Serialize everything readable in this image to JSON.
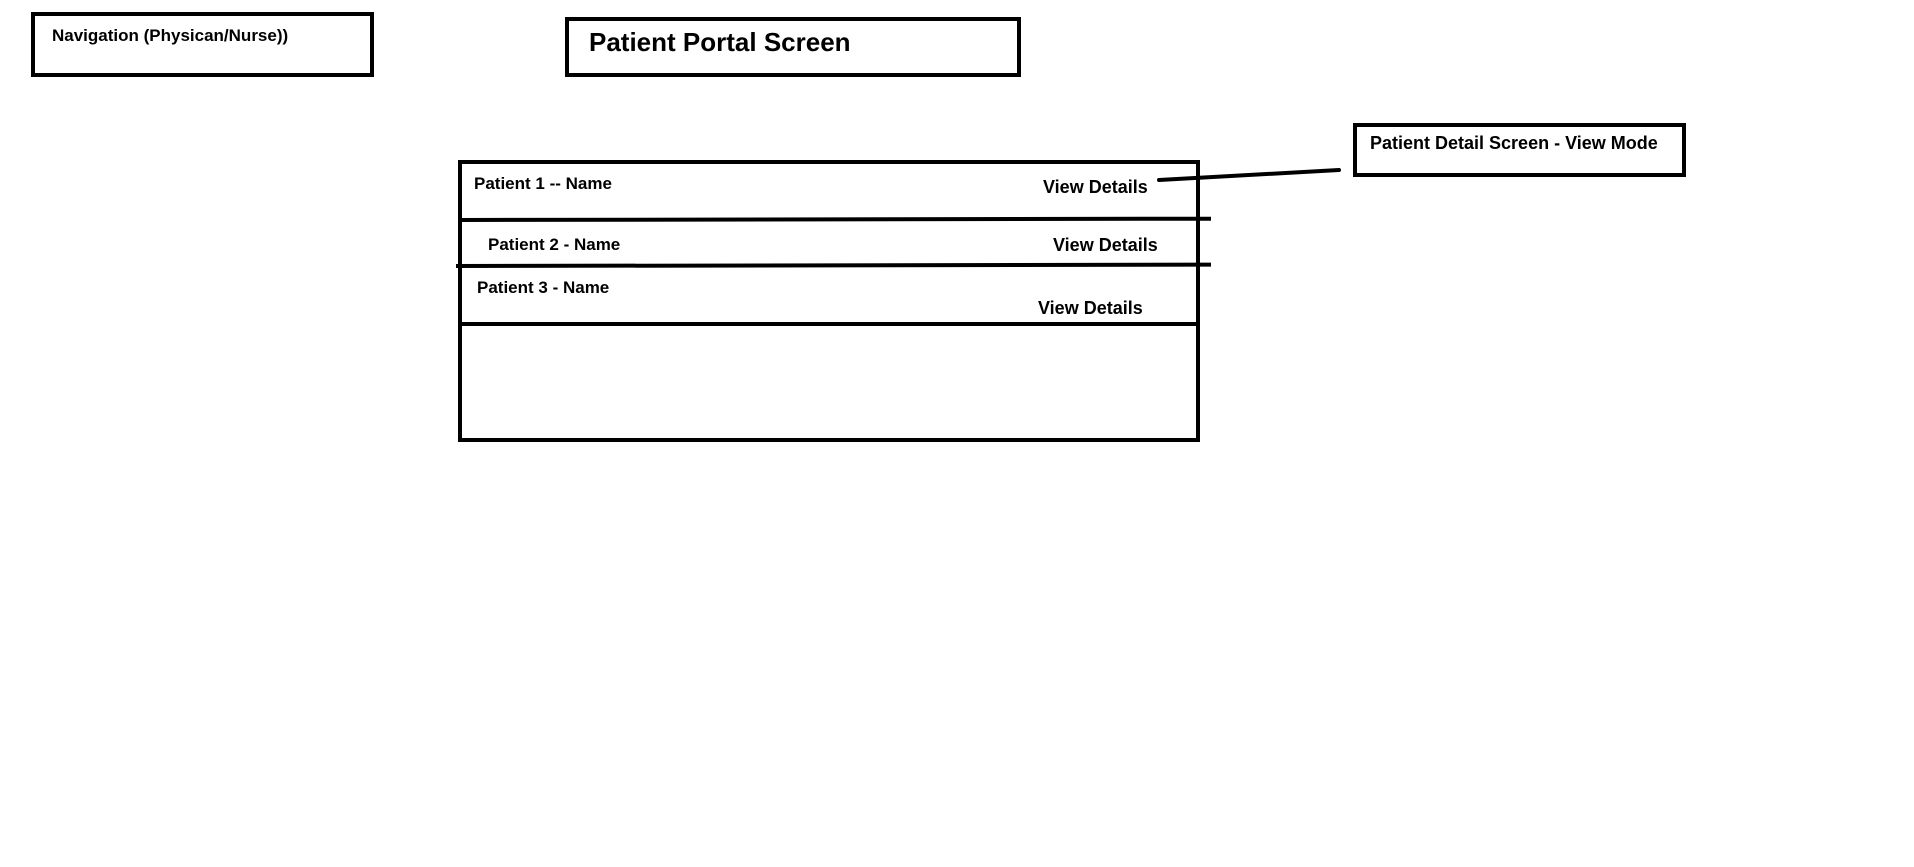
{
  "navigation": {
    "label": "Navigation (Physican/Nurse))"
  },
  "header": {
    "title": "Patient Portal Screen"
  },
  "detail_screen": {
    "label": "Patient Detail Screen - View Mode"
  },
  "patients": [
    {
      "name": "Patient 1 -- Name",
      "action": "View Details"
    },
    {
      "name": "Patient 2 - Name",
      "action": "View Details"
    },
    {
      "name": "Patient 3 - Name",
      "action": "View Details"
    }
  ],
  "colors": {
    "stroke": "#000000",
    "background": "#ffffff"
  }
}
